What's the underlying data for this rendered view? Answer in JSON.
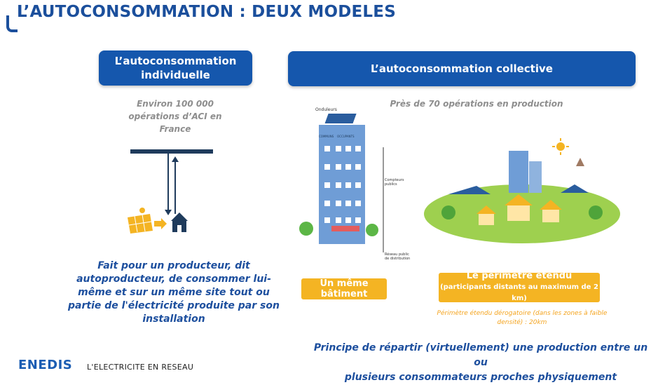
{
  "header": {
    "title": "L’AUTOCONSOMMATION : DEUX MODELES"
  },
  "individual": {
    "title_line1": "L’autoconsommation",
    "title_line2": "individuelle",
    "count_line1": "Environ 100 000",
    "count_line2": "opérations d’ACI en",
    "count_line3": "France",
    "desc_line1": "Fait pour un producteur, dit",
    "desc_line2": "autoproducteur, de consommer lui-",
    "desc_line3": "même et sur un même site tout ou",
    "desc_line4": "partie de l'électricité produite par son",
    "desc_line5": "installation"
  },
  "collective": {
    "title": "L’autoconsommation collective",
    "count": "Près de 70 opérations en production",
    "building_labels": {
      "inverters": "Onduleurs",
      "common": "COMMUNS",
      "occupants": "OCCUPANTS",
      "public_meters_line1": "Compteurs",
      "public_meters_line2": "publics",
      "network_line1": "Réseau public",
      "network_line2": "de distribution"
    },
    "tag_building": "Un même bâtiment",
    "tag_perimeter_line1": "Le périmètre étendu",
    "tag_perimeter_line2": "(participants distants au maximum de 2 km)",
    "perimeter_note_line1": "Périmètre étendu dérogatoire (dans les zones à faible",
    "perimeter_note_line2": "densité) : 20km",
    "desc_line1": "Principe de répartir (virtuellement) une production entre un ou",
    "desc_line2": "plusieurs consommateurs proches physiquement"
  },
  "footer": {
    "logo": "ENEDIS",
    "tagline": "L'ELECTRICITE EN RESEAU"
  },
  "colors": {
    "primary": "#1557ad",
    "accent": "#f4b423",
    "muted": "#8e8e8e"
  },
  "icons": [
    "solar-panel-icon",
    "house-icon",
    "sun-icon",
    "building-icon"
  ]
}
